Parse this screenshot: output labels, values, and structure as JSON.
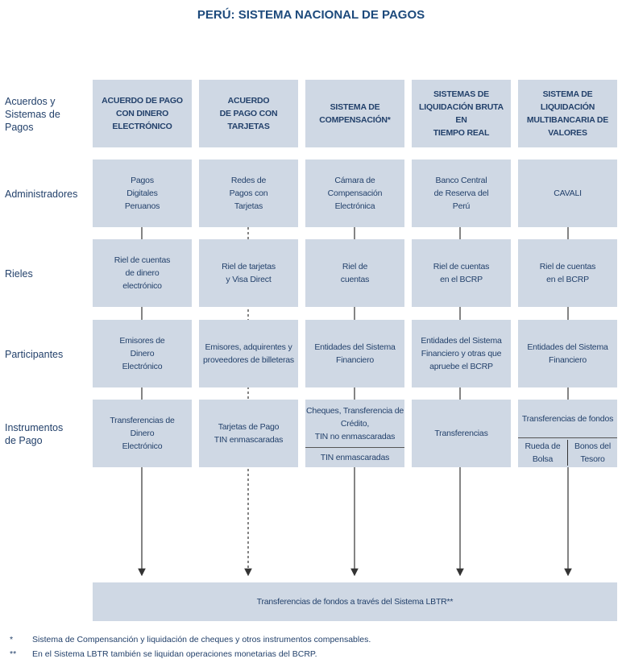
{
  "title": "PERÚ: SISTEMA NACIONAL DE PAGOS",
  "row_labels": [
    "Acuerdos y\nSistemas de\nPagos",
    "Administradores",
    "Rieles",
    "Participantes",
    "Instrumentos\nde Pago"
  ],
  "columns": [
    {
      "header": "ACUERDO DE PAGO CON DINERO ELECTRÓNICO",
      "admin": "Pagos\nDigitales\nPeruanos",
      "riel": "Riel de cuentas\nde dinero\nelectrónico",
      "participantes": "Emisores de\nDinero\nElectrónico",
      "instrumentos": "Transferencias de\nDinero\nElectrónico",
      "line": "solid"
    },
    {
      "header": "ACUERDO\nDE PAGO CON TARJETAS",
      "admin": "Redes de\nPagos con\nTarjetas",
      "riel": "Riel de tarjetas\ny Visa Direct",
      "participantes": "Emisores, adquirentes y\nproveedores de billeteras",
      "instrumentos": "Tarjetas de Pago\nTIN enmascaradas",
      "line": "dashed"
    },
    {
      "header": "SISTEMA DE\nCOMPENSACIÓN*",
      "admin": "Cámara de\nCompensación\nElectrónica",
      "riel": "Riel de\ncuentas",
      "participantes": "Entidades del Sistema\nFinanciero",
      "instrumentos_top": "Cheques, Transferencia de\nCrédito,\nTIN no enmascaradas",
      "instrumentos_bottom": "TIN enmascaradas",
      "line": "solid"
    },
    {
      "header": "SISTEMAS DE\nLIQUIDACIÓN BRUTA EN\nTIEMPO REAL",
      "admin": "Banco Central\nde Reserva del\nPerú",
      "riel": "Riel de cuentas\nen el BCRP",
      "participantes": "Entidades del Sistema\nFinanciero y otras que\napruebe el BCRP",
      "instrumentos": "Transferencias",
      "line": "solid"
    },
    {
      "header": "SISTEMA DE\nLIQUIDACIÓN\nMULTIBANCARIA DE\nVALORES",
      "admin": "CAVALI",
      "riel": "Riel de cuentas\nen el BCRP",
      "participantes": "Entidades del Sistema\nFinanciero",
      "instrumentos_top": "Transferencias de fondos",
      "instrumentos_left": "Rueda de\nBolsa",
      "instrumentos_right": "Bonos del\nTesoro",
      "line": "solid"
    }
  ],
  "bottom": "Transferencias de fondos a través del Sistema LBTR**",
  "footnotes": [
    {
      "mark": "*",
      "text": "Sistema de Compensanción y liquidación de cheques y otros instrumentos compensables."
    },
    {
      "mark": "**",
      "text": "En el Sistema LBTR también se liquidan operaciones monetarias del BCRP."
    }
  ],
  "colors": {
    "box": "#cfd8e4",
    "text": "#23416b",
    "title": "#1d4a7c",
    "line": "#333333"
  }
}
